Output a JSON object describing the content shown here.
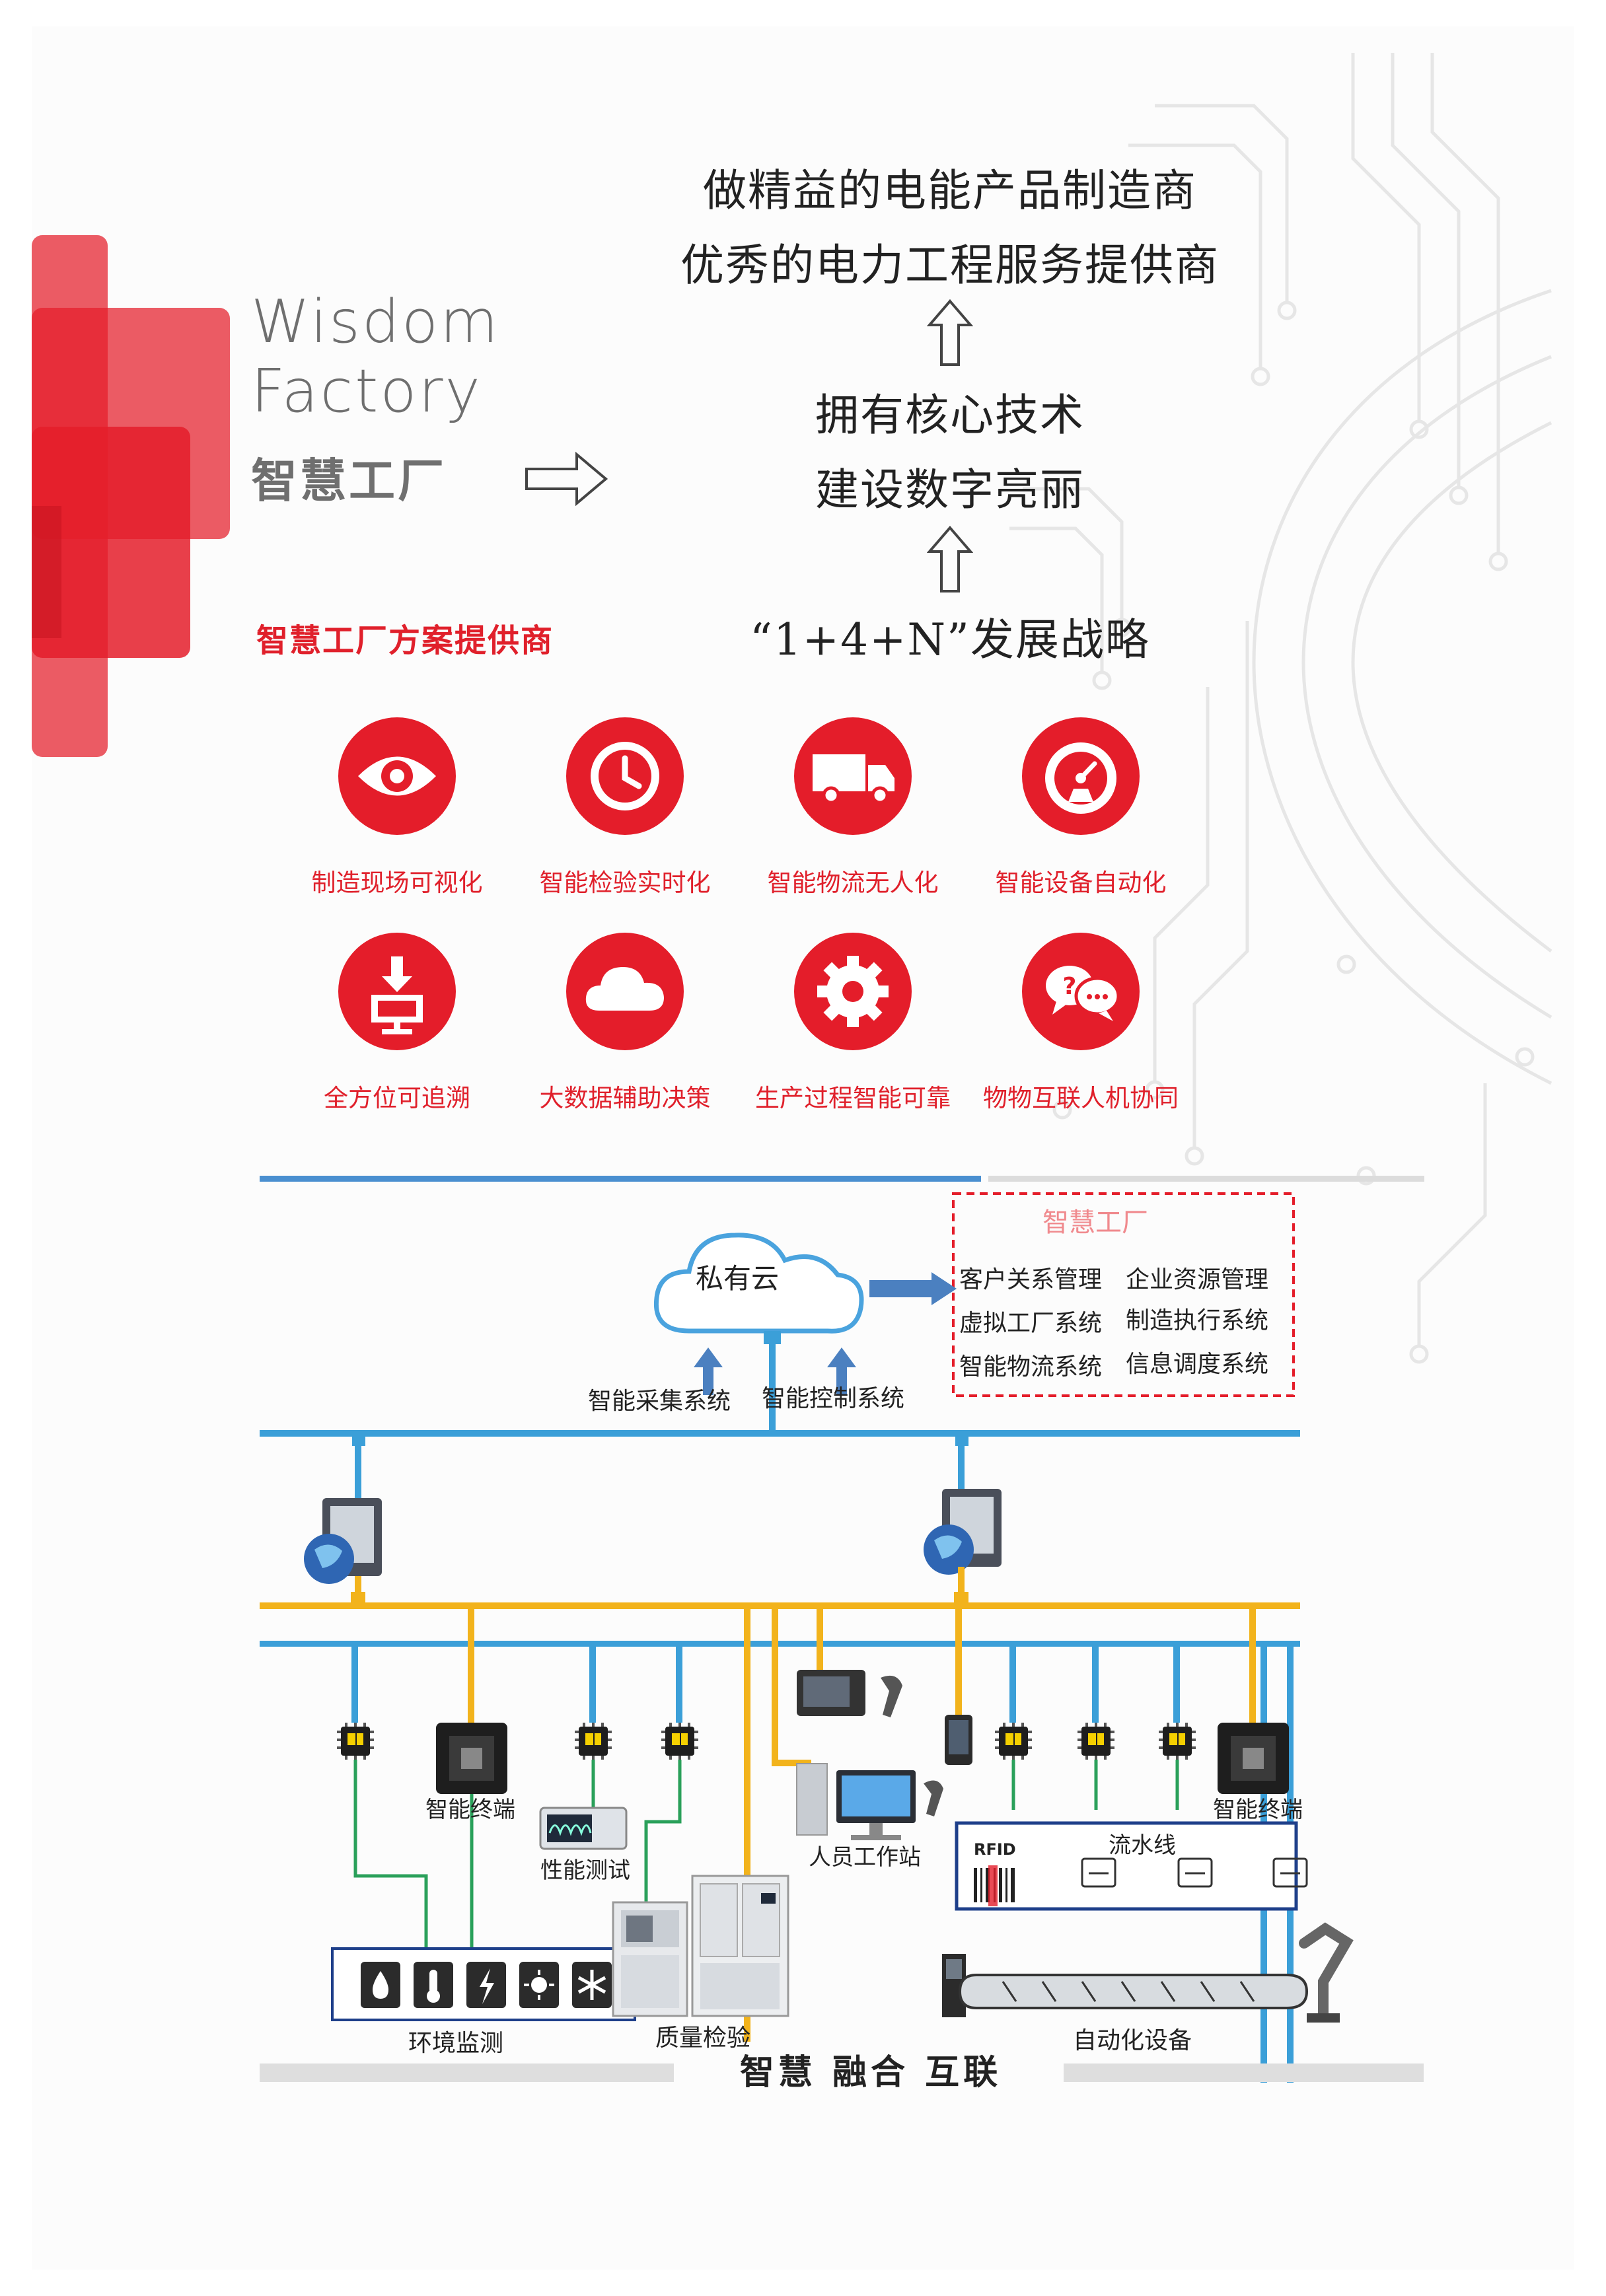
{
  "hero": {
    "mission_line1": "做精益的电能产品制造商",
    "mission_line2": "优秀的电力工程服务提供商",
    "core_line1": "拥有核心技术",
    "core_line2": "建设数字亮丽",
    "strategy": "“1+4+N”发展战略"
  },
  "brand": {
    "title_en_1": "Wisdom",
    "title_en_2": "Factory",
    "title_cn": "智慧工厂",
    "provider": "智慧工厂方案提供商"
  },
  "features": [
    {
      "label": "制造现场可视化",
      "icon": "eye-icon"
    },
    {
      "label": "智能检验实时化",
      "icon": "clock-icon"
    },
    {
      "label": "智能物流无人化",
      "icon": "truck-icon"
    },
    {
      "label": "智能设备自动化",
      "icon": "gauge-icon"
    },
    {
      "label": "全方位可追溯",
      "icon": "download-monitor-icon"
    },
    {
      "label": "大数据辅助决策",
      "icon": "cloud-icon"
    },
    {
      "label": "生产过程智能可靠",
      "icon": "gear-icon"
    },
    {
      "label": "物物互联人机协同",
      "icon": "chat-bubbles-icon"
    }
  ],
  "diagram": {
    "cloud_label": "私有云",
    "collect_label": "智能采集系统",
    "control_label": "智能控制系统",
    "factory_box": {
      "title": "智慧工厂",
      "items": [
        "客户关系管理",
        "企业资源管理",
        "虚拟工厂系统",
        "制造执行系统",
        "智能物流系统",
        "信息调度系统"
      ]
    },
    "terminal_left": "智能终端",
    "terminal_right": "智能终端",
    "perf_test": "性能测试",
    "workstation": "人员工作站",
    "assembly_line": "流水线",
    "rfid": "RFID",
    "env_monitor": "环境监测",
    "quality_check": "质量检验",
    "automation": "自动化设备",
    "footer": "智慧 融合 互联"
  },
  "colors": {
    "brand_red": "#e41d2a",
    "line_blue": "#3b9fd8",
    "line_yellow": "#f2b31c",
    "line_green": "#2aa05a",
    "arrow_blue": "#4b80c0"
  }
}
